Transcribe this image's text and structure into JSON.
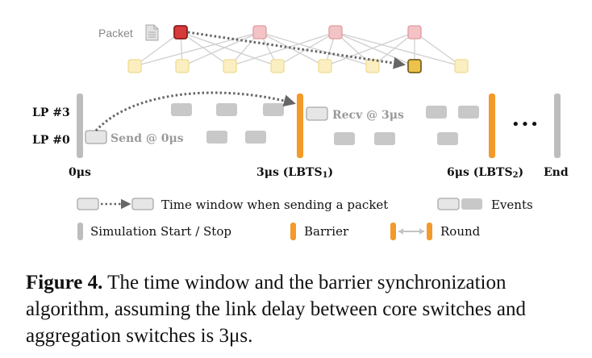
{
  "topology": {
    "packet_label": "Packet",
    "icons": {
      "packet": "document-icon"
    }
  },
  "lanes": {
    "lp3_label": "LP #3",
    "lp0_label": "LP #0",
    "send_label": "Send @ 0μs",
    "recv_label": "Recv @ 3μs",
    "ellipsis": "•••"
  },
  "axis": {
    "t0": "0μs",
    "t1_main": "3μs (LBTS",
    "t1_sub": "1",
    "t1_close": ")",
    "t2_main": "6μs (LBTS",
    "t2_sub": "2",
    "t2_close": ")",
    "end": "End"
  },
  "legend": {
    "time_window": "Time window when sending a packet",
    "events": "Events",
    "sim_start_stop": "Simulation Start / Stop",
    "barrier": "Barrier",
    "round": "Round"
  },
  "caption": {
    "figure_label": "Figure 4.",
    "text": " The time window and the barrier synchronization algorithm, assuming the link delay between core switches and aggregation switches is 3μs."
  },
  "colors": {
    "core_fill": "#f3c3c6",
    "core_stroke": "#e29aa0",
    "core_selected_fill": "#d63a3a",
    "core_selected_stroke": "#8e1e1e",
    "agg_fill": "#fbefc2",
    "agg_stroke": "#eedb92",
    "agg_selected_fill": "#ecc24a",
    "agg_selected_stroke": "#7a6420",
    "event_gray": "#c8c8c8",
    "barrier_orange": "#f39a2b",
    "sim_gray": "#bdbdbd"
  }
}
